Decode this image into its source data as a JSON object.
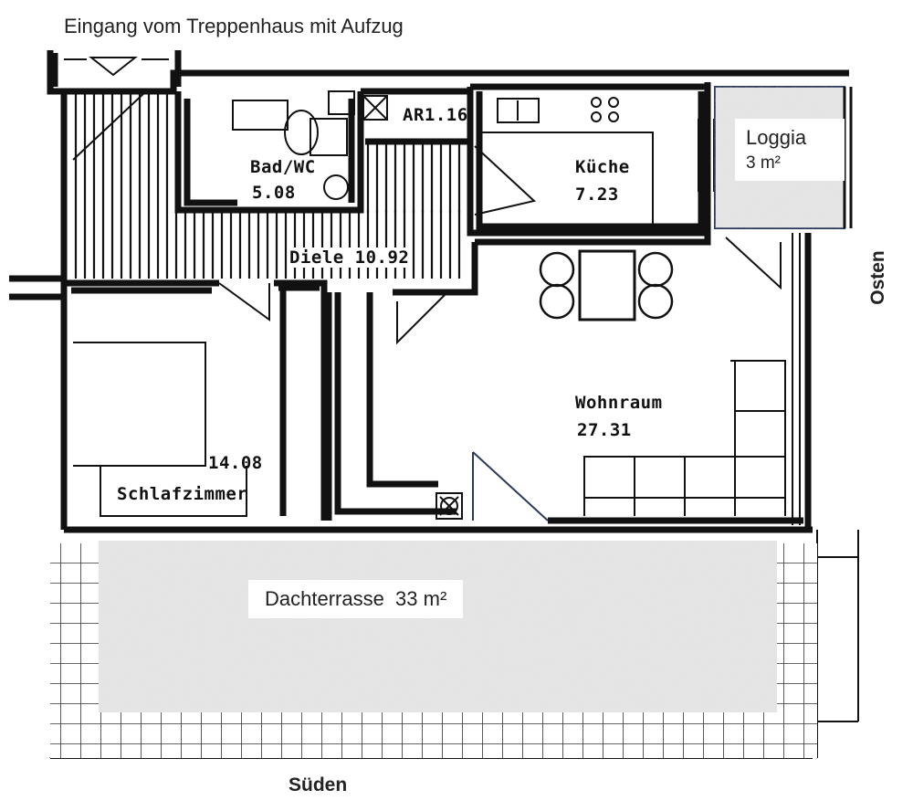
{
  "header": {
    "entrance": "Eingang vom Treppenhaus mit Aufzug"
  },
  "rooms": {
    "bad": {
      "name": "Bad/WC",
      "area": "5.08"
    },
    "ar": {
      "name": "AR1.16"
    },
    "kueche": {
      "name": "Küche",
      "area": "7.23"
    },
    "diele": {
      "name": "Diele 10.92"
    },
    "loggia": {
      "name": "Loggia",
      "area": "3 m²"
    },
    "wohnraum": {
      "name": "Wohnraum",
      "area": "27.31"
    },
    "schlaf": {
      "name": "Schlafzimmer",
      "area": "14.08"
    },
    "terrasse": {
      "name": "Dachterrasse  33 m²"
    }
  },
  "compass": {
    "east": "Osten",
    "south": "Süden"
  },
  "colors": {
    "ink": "#111111",
    "terrace": "#e4e4e4",
    "loggia_border": "#2b3a5a"
  }
}
